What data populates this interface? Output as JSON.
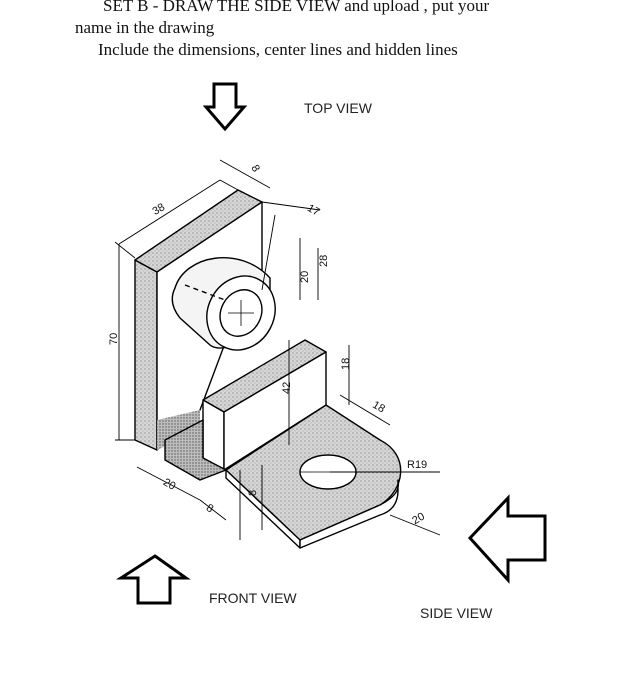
{
  "instructions": {
    "line1": "SET B -  DRAW THE SIDE VIEW    and upload  , put your",
    "line2": "name in the drawing",
    "line3": "Include the dimensions, center lines and hidden lines"
  },
  "view_labels": {
    "top": "TOP VIEW",
    "front": "FRONT VIEW",
    "side": "SIDE VIEW"
  },
  "dimensions": {
    "d8_top": "8",
    "d38": "38",
    "d17": "17",
    "d20_hole": "20",
    "d28": "28",
    "d70": "70",
    "d42": "42",
    "d18_height": "18",
    "d18_slot": "18",
    "r19": "R19",
    "d20_base": "20",
    "d8_base": "8",
    "d8_thick": "8",
    "d20_right": "20"
  }
}
